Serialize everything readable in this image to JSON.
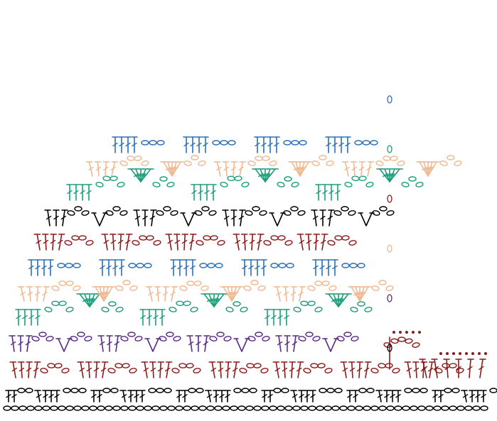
{
  "diagram": {
    "kind": "crochet-stitch-chart",
    "rows": [
      {
        "color": "#000000",
        "pattern": "foundation-chain",
        "width": "full"
      },
      {
        "color": "#000000",
        "pattern": "dc-fans",
        "width": "full"
      },
      {
        "color": "#8b1a1a",
        "pattern": "dc-clusters",
        "width": "full"
      },
      {
        "color": "#5b2a86",
        "pattern": "v-chains",
        "width": "main"
      },
      {
        "color": "#1a9e7a",
        "pattern": "dc-arches",
        "width": "main"
      },
      {
        "color": "#f0b890",
        "pattern": "fans",
        "width": "main"
      },
      {
        "color": "#2a6fb8",
        "pattern": "dc-groups",
        "width": "main"
      },
      {
        "color": "#8b1a1a",
        "pattern": "dc-clusters",
        "width": "main"
      },
      {
        "color": "#000000",
        "pattern": "v-chains",
        "width": "main"
      },
      {
        "color": "#1a9e7a",
        "pattern": "dc-arches",
        "width": "main"
      },
      {
        "color": "#f0b890",
        "pattern": "fans",
        "width": "main"
      },
      {
        "color": "#2a6fb8",
        "pattern": "dc-groups",
        "width": "main"
      }
    ],
    "side_edge": {
      "color": "#8b1a1a",
      "dots": "slip-stitch-dots"
    }
  }
}
